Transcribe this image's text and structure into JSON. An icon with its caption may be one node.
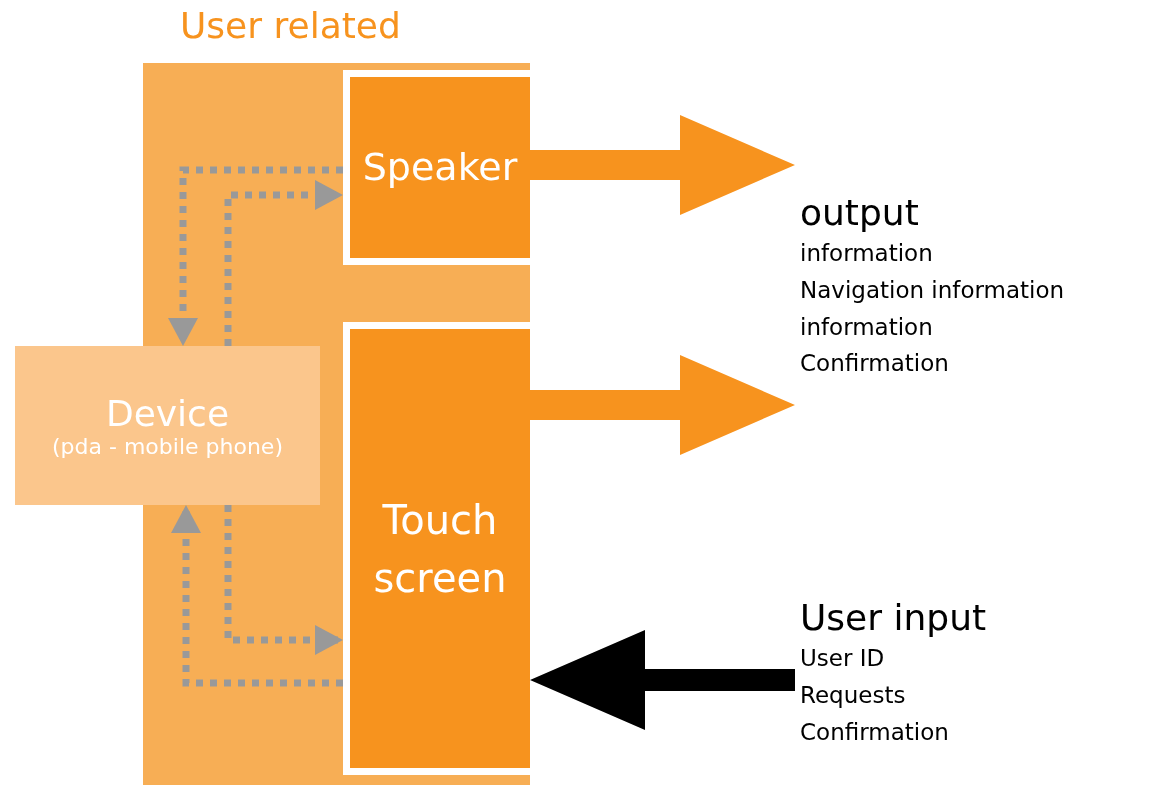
{
  "diagram": {
    "nodes": [
      {
        "text": [
          "User related"
        ]
      },
      {
        "text": [
          "Speaker"
        ],
        "in": 0
      },
      {
        "text": [
          "Touch screen"
        ],
        "in": 0
      },
      {
        "text": [
          "Device",
          "(pda - mobile phone)"
        ]
      },
      {
        "text": [
          "output",
          "information",
          "Navigation information",
          "information",
          "Confirmation"
        ]
      },
      {
        "text": [
          "User input",
          "User ID",
          "Requests",
          "Confirmation"
        ]
      }
    ],
    "edges": [
      {
        "from": 1,
        "to": 4,
        "arrow": "to",
        "style": "thick",
        "color": "#f7931e"
      },
      {
        "from": 2,
        "to": 4,
        "arrow": "to",
        "style": "thick",
        "color": "#f7931e"
      },
      {
        "from": 1,
        "to": 3,
        "arrow": "to",
        "style": "dashed",
        "color": "#999999"
      },
      {
        "from": 3,
        "to": 1,
        "arrow": "to",
        "style": "dashed",
        "color": "#999999"
      },
      {
        "from": 3,
        "to": 2,
        "arrow": "to",
        "style": "dashed",
        "color": "#999999"
      },
      {
        "from": 2,
        "to": 3,
        "arrow": "to",
        "style": "dashed",
        "color": "#999999"
      },
      {
        "from": 5,
        "to": 2,
        "arrow": "to",
        "style": "thick",
        "color": "#000000"
      }
    ]
  }
}
